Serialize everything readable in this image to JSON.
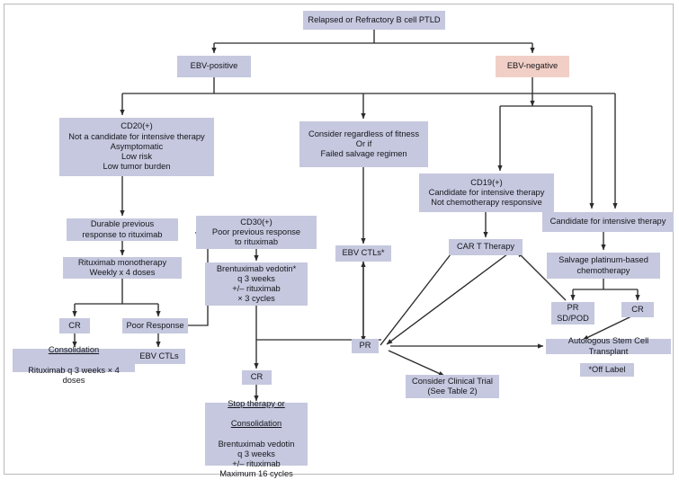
{
  "figure": {
    "type": "flowchart",
    "title": "Relapsed or Refractory B cell PTLD treatment algorithm",
    "colors": {
      "node_fill": "#c5c8de",
      "node_fill_alt": "#f2cfc6",
      "edge": "#2b2b2b",
      "border": "#b9b9b9",
      "text": "#15161c"
    }
  },
  "nodes": {
    "root": "Relapsed or Refractory B cell PTLD",
    "ebv_positive": "EBV-positive",
    "ebv_negative": "EBV-negative",
    "cd20": "CD20(+)\nNot a candidate for intensive therapy\nAsymptomatic\nLow risk\nLow tumor burden",
    "consider_fitness": "Consider regardless of fitness\nOr if\nFailed salvage regimen",
    "cd19": "CD19(+)\nCandidate for intensive therapy\nNot chemotherapy responsive",
    "candidate_intensive": "Candidate for intensive therapy",
    "durable_previous": "Durable previous\nresponse to rituximab",
    "cd30": "CD30(+)\nPoor previous response\nto rituximab",
    "ebv_ctls_star": "EBV CTLs*",
    "car_t": "CAR T Therapy",
    "salvage_platinum": "Salvage platinum-based\nchemotherapy",
    "rituximab_mono": "Rituximab monotherapy\nWeekly x 4 doses",
    "brentuximab": "Brentuximab vedotin*\nq 3 weeks\n+/– rituximab\n× 3 cycles",
    "pr_sd_pod": "PR\nSD/POD",
    "cr_right": "CR",
    "cr_left": "CR",
    "poor_response": "Poor Response",
    "pr": "PR",
    "consolidation_rituximab_line1": "Consolidation",
    "consolidation_rituximab_line2": "Rituximab q 3 weeks × 4 doses",
    "ebv_ctls": "EBV CTLs",
    "cr_mid": "CR",
    "stop_therapy_line1": "Stop therapy or",
    "stop_therapy_line2": "Consolidation",
    "stop_therapy_rest": "Brentuximab vedotin\nq 3 weeks\n+/– rituximab\nMaximum 16 cycles",
    "clinical_trial": "Consider Clinical Trial\n(See Table 2)",
    "asct": "Autologous Stem Cell Transplant",
    "off_label": "*Off Label"
  }
}
